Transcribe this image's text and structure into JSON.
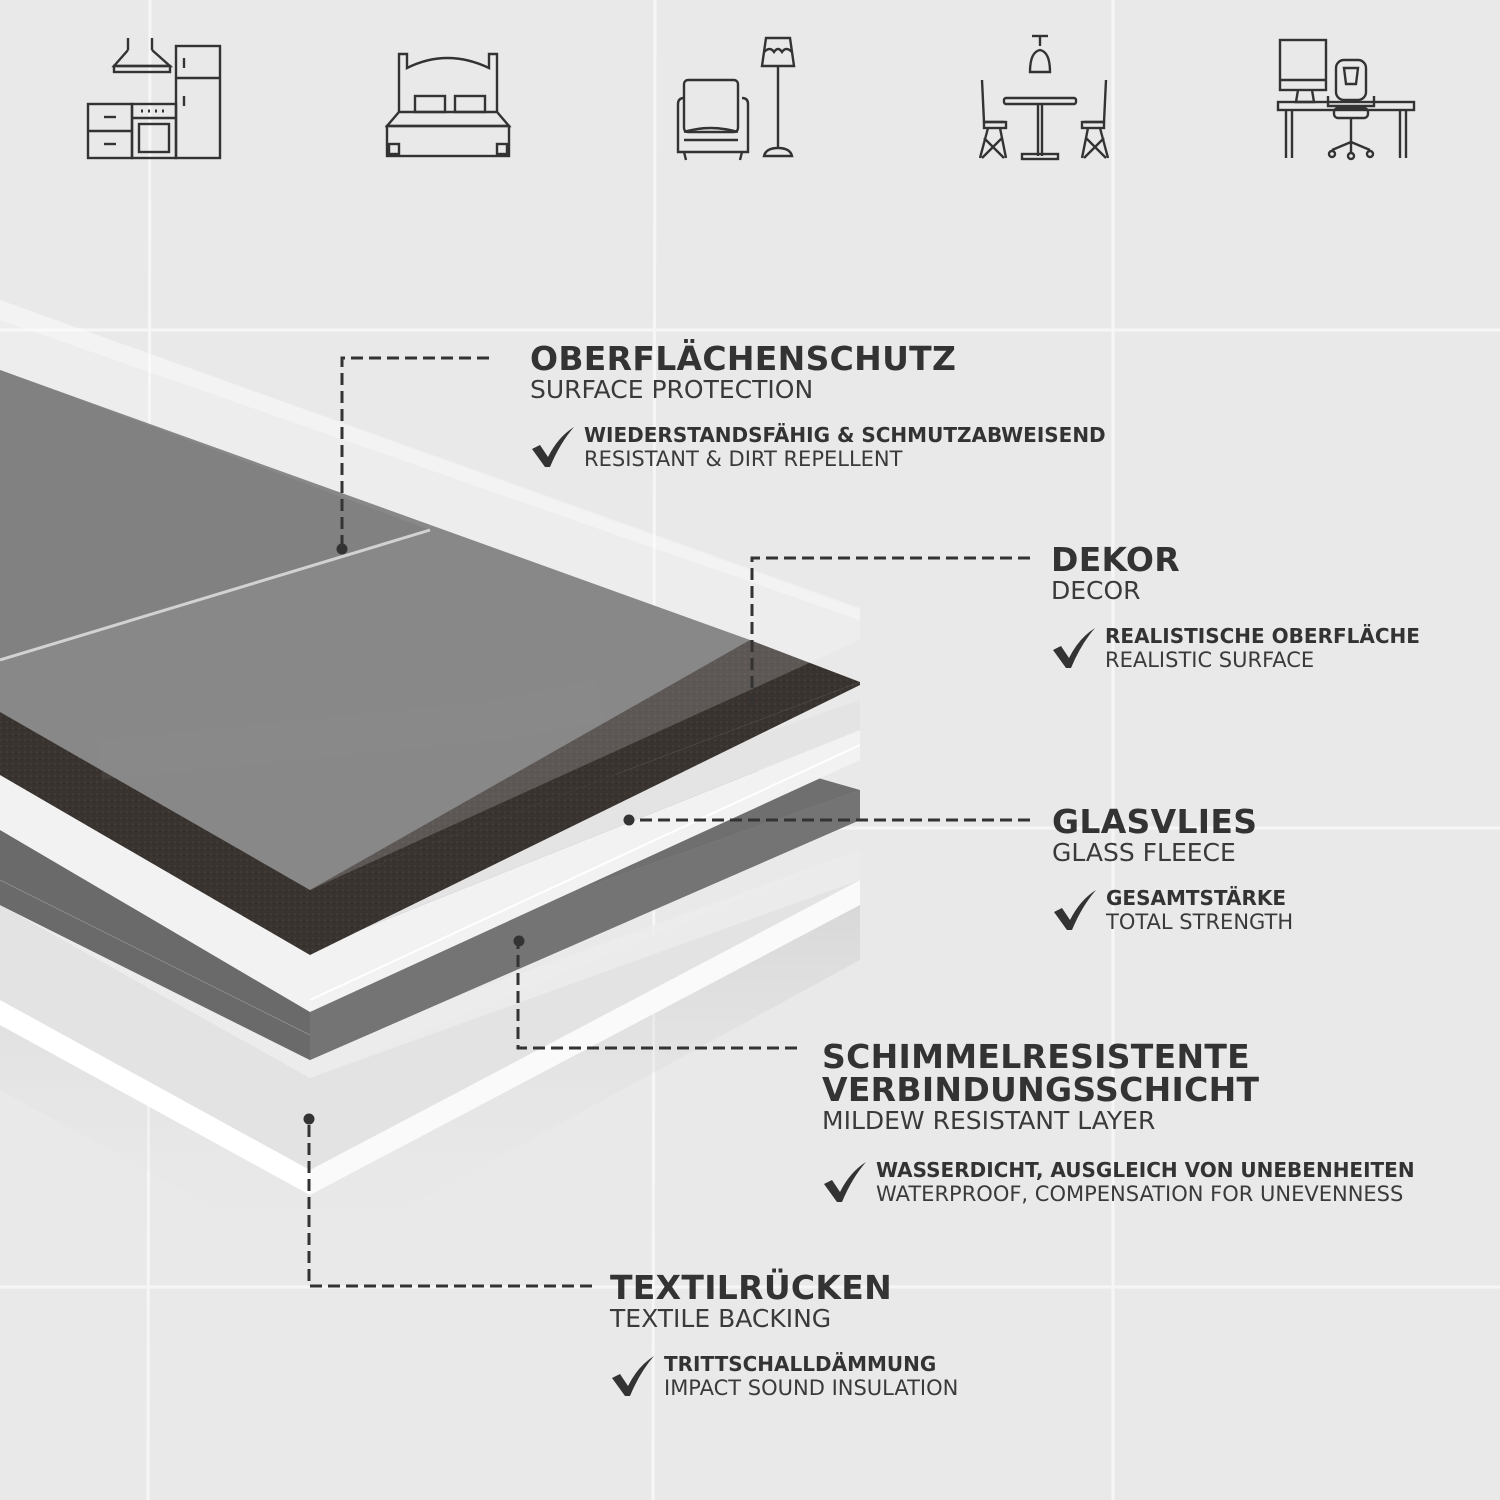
{
  "colors": {
    "background": "#e9e9e9",
    "tile_grout": "#f7f7f7",
    "text": "#333333",
    "leader_line": "#333333",
    "surface_protection": "#dcdfe1",
    "decor_tile": "#6f6f6f",
    "decor_edge": "#3b3532",
    "glass_fleece": "#f1f1f1",
    "mildew_layer": "#6a6a6a",
    "textile_backing": "#e4e4e4",
    "base_white": "#ffffff"
  },
  "icons": [
    {
      "name": "kitchen-icon",
      "label": "kitchen"
    },
    {
      "name": "bedroom-icon",
      "label": "bedroom"
    },
    {
      "name": "living-room-icon",
      "label": "living room"
    },
    {
      "name": "dining-room-icon",
      "label": "dining room"
    },
    {
      "name": "office-icon",
      "label": "office"
    }
  ],
  "layers": [
    {
      "id": "surface-protection",
      "title": "OBERFLÄCHENSCHUTZ",
      "subtitle": "SURFACE PROTECTION",
      "feature_title": "WIEDERSTANDSFÄHIG & SCHMUTZABWEISEND",
      "feature_subtitle": "RESISTANT & DIRT REPELLENT"
    },
    {
      "id": "decor",
      "title": "DEKOR",
      "subtitle": "DECOR",
      "feature_title": "REALISTISCHE OBERFLÄCHE",
      "feature_subtitle": "REALISTIC SURFACE"
    },
    {
      "id": "glass-fleece",
      "title": "GLASVLIES",
      "subtitle": "GLASS FLEECE",
      "feature_title": "GESAMTSTÄRKE",
      "feature_subtitle": "TOTAL STRENGTH"
    },
    {
      "id": "mildew-resistant-layer",
      "title_line1": "SCHIMMELRESISTENTE",
      "title_line2": "VERBINDUNGSSCHICHT",
      "subtitle": "MILDEW RESISTANT LAYER",
      "feature_title": "WASSERDICHT, AUSGLEICH VON UNEBENHEITEN",
      "feature_subtitle": "WATERPROOF, COMPENSATION FOR UNEVENNESS"
    },
    {
      "id": "textile-backing",
      "title": "TEXTILRÜCKEN",
      "subtitle": "TEXTILE BACKING",
      "feature_title": "TRITTSCHALLDÄMMUNG",
      "feature_subtitle": "IMPACT SOUND INSULATION"
    }
  ]
}
